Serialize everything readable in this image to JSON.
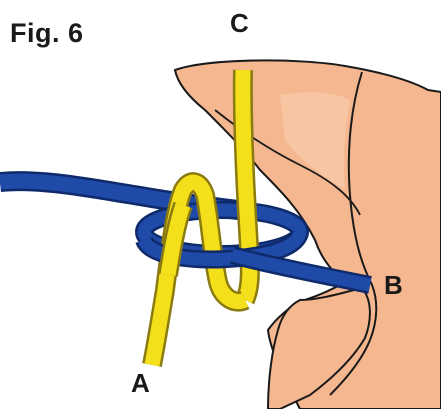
{
  "figure": {
    "title": "Fig. 6"
  },
  "labels": {
    "a": "A",
    "b": "B",
    "c": "C"
  },
  "colors": {
    "skin": "#f5b78f",
    "skin_light": "#f9cfae",
    "rope_blue": "#1f4aa8",
    "rope_blue_dark": "#0f2a6b",
    "rope_yellow": "#f3e01b",
    "rope_yellow_dark": "#8a7a10",
    "outline": "#1a1a1a"
  }
}
